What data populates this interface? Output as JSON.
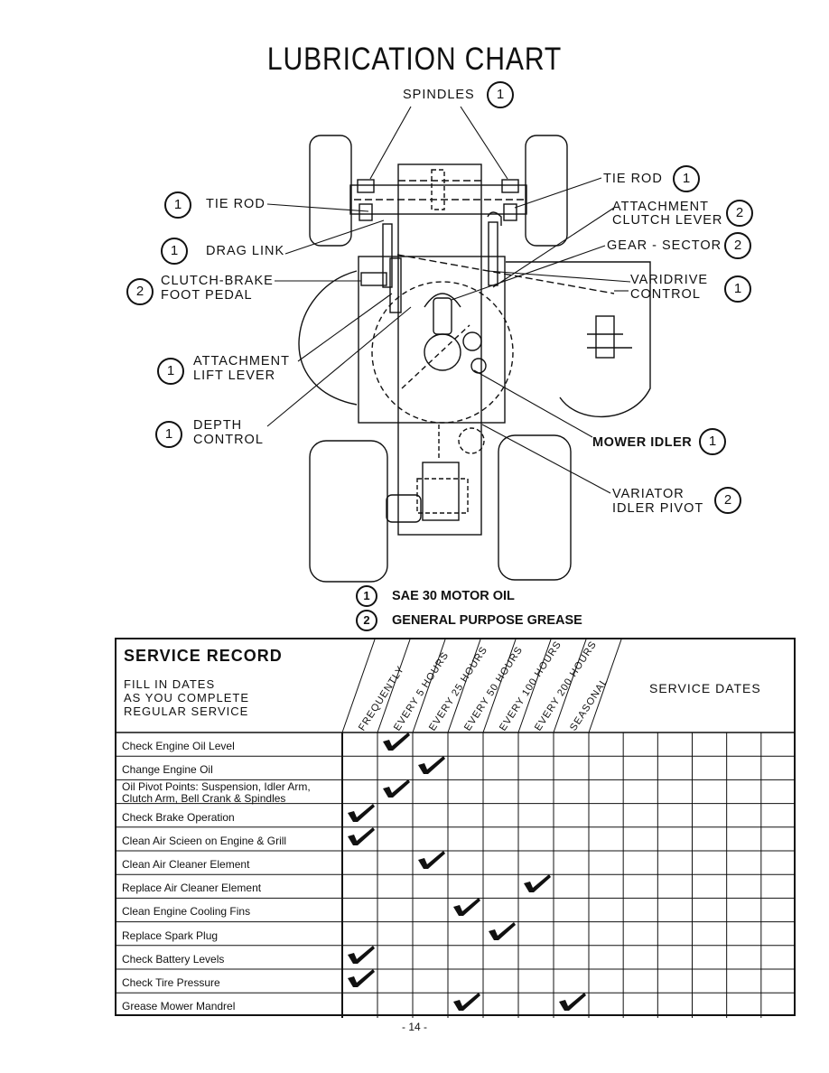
{
  "title": "LUBRICATION CHART",
  "labels": {
    "spindles": "SPINDLES",
    "tie_rod_left": "TIE ROD",
    "tie_rod_right": "TIE ROD",
    "drag_link": "DRAG LINK",
    "clutch_brake_1": "CLUTCH-BRAKE",
    "clutch_brake_2": "FOOT PEDAL",
    "attach_lift_1": "ATTACHMENT",
    "attach_lift_2": "LIFT LEVER",
    "depth_1": "DEPTH",
    "depth_2": "CONTROL",
    "attach_clutch_1": "ATTACHMENT",
    "attach_clutch_2": "CLUTCH LEVER",
    "gear_sector": "GEAR - SECTOR",
    "varidrive_1": "VARIDRIVE",
    "varidrive_2": "CONTROL",
    "mower_idler": "MOWER IDLER",
    "variator_1": "VARIATOR",
    "variator_2": "IDLER PIVOT"
  },
  "numbers": {
    "spindles": "1",
    "tie_rod_left": "1",
    "tie_rod_right": "1",
    "drag_link": "1",
    "clutch_brake": "2",
    "attach_lift": "1",
    "depth": "1",
    "attach_clutch": "2",
    "gear_sector": "2",
    "varidrive": "1",
    "mower_idler": "1",
    "variator": "2"
  },
  "legend": [
    {
      "num": "1",
      "text": "SAE 30 MOTOR OIL"
    },
    {
      "num": "2",
      "text": "GENERAL PURPOSE GREASE"
    }
  ],
  "service_record": {
    "title": "SERVICE  RECORD",
    "subtitle_1": "FILL IN DATES",
    "subtitle_2": "AS YOU COMPLETE",
    "subtitle_3": "REGULAR SERVICE",
    "service_dates": "SERVICE DATES",
    "columns": [
      "FREQUENTLY",
      "EVERY 5 HOURS",
      "EVERY 25 HOURS",
      "EVERY 50 HOURS",
      "EVERY 100 HOURS",
      "EVERY 200 HOURS",
      "SEASONAL"
    ],
    "rows": [
      {
        "label": "Check Engine Oil Level",
        "check": [
          1
        ]
      },
      {
        "label": "Change Engine Oil",
        "check": [
          2
        ]
      },
      {
        "label": "Oil Pivot Points: Suspension, Idler Arm,",
        "label2": "Clutch Arm, Bell Crank & Spindles",
        "check": [
          1
        ]
      },
      {
        "label": "Check Brake Operation",
        "check": [
          0
        ]
      },
      {
        "label": "Clean Air Scieen on Engine & Grill",
        "check": [
          0
        ]
      },
      {
        "label": "Clean Air Cleaner Element",
        "check": [
          2
        ]
      },
      {
        "label": "Replace Air Cleaner Element",
        "check": [
          5
        ]
      },
      {
        "label": "Clean Engine Cooling Fins",
        "check": [
          3
        ]
      },
      {
        "label": "Replace Spark Plug",
        "check": [
          4
        ]
      },
      {
        "label": "Check Battery Levels",
        "check": [
          0
        ]
      },
      {
        "label": "Check Tire Pressure",
        "check": [
          0
        ]
      },
      {
        "label": "Grease Mower Mandrel",
        "check": [
          3,
          6
        ]
      }
    ]
  },
  "page_number": "- 14 -"
}
